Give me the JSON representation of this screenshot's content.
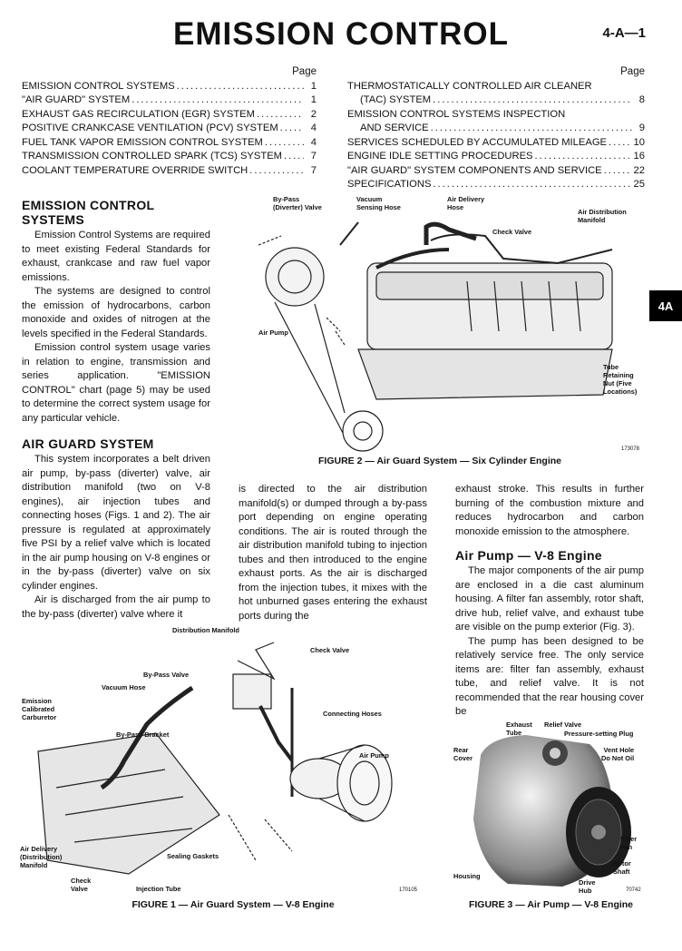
{
  "header": {
    "title": "EMISSION CONTROL",
    "page_number": "4-A—1",
    "side_tab": "4A"
  },
  "toc": {
    "page_heading_left": "Page",
    "page_heading_right": "Page",
    "left": [
      {
        "label": "EMISSION CONTROL SYSTEMS",
        "page": "1"
      },
      {
        "label": "\"AIR GUARD\" SYSTEM",
        "page": "1"
      },
      {
        "label": "EXHAUST GAS RECIRCULATION (EGR) SYSTEM",
        "page": "2"
      },
      {
        "label": "POSITIVE CRANKCASE VENTILATION (PCV) SYSTEM",
        "page": "4"
      },
      {
        "label": "FUEL TANK VAPOR EMISSION CONTROL SYSTEM",
        "page": "4"
      },
      {
        "label": "TRANSMISSION CONTROLLED SPARK (TCS) SYSTEM",
        "page": "7"
      },
      {
        "label": "COOLANT TEMPERATURE OVERRIDE SWITCH",
        "page": "7"
      }
    ],
    "right": [
      {
        "label": "THERMOSTATICALLY CONTROLLED AIR CLEANER",
        "page": ""
      },
      {
        "label": "(TAC) SYSTEM",
        "page": "8",
        "indent": true
      },
      {
        "label": "EMISSION CONTROL SYSTEMS INSPECTION",
        "page": ""
      },
      {
        "label": "AND SERVICE",
        "page": "9",
        "indent": true
      },
      {
        "label": "SERVICES SCHEDULED BY ACCUMULATED MILEAGE",
        "page": "10"
      },
      {
        "label": "ENGINE IDLE SETTING PROCEDURES",
        "page": "16"
      },
      {
        "label": "\"AIR GUARD\" SYSTEM COMPONENTS AND SERVICE",
        "page": "22"
      },
      {
        "label": "SPECIFICATIONS",
        "page": "25"
      }
    ]
  },
  "sections": {
    "emission_heading": "EMISSION CONTROL SYSTEMS",
    "emission_p1": "Emission Control Systems are required to meet existing Federal Standards for exhaust, crankcase and raw fuel vapor emissions.",
    "emission_p2": "The systems are designed to control the emission of hydrocarbons, carbon monoxide and oxides of nitrogen at the levels specified in the Federal Standards.",
    "emission_p3": "Emission control system usage varies in relation to engine, transmission and series application. \"EMISSION CONTROL\" chart (page 5) may be used to determine the correct system usage for any particular vehicle.",
    "air_guard_heading": "AIR GUARD SYSTEM",
    "air_guard_p1a": "This system incorporates a belt driven air pump, by-pass (diverter) valve, air distribution manifold (two on V-8 engines), air injection tubes and connecting hoses (Figs. 1 and 2). The air pressure is regulated at approximately five PSI by a relief valve which is located in the air pump housing on V-8 engines or in the by-pass (diverter) valve on six cylinder engines.",
    "air_guard_p2a": "Air is discharged from the air pump to the by-pass (diverter) valve where it",
    "mid_col": "is directed to the air distribution manifold(s) or dumped through a by-pass port depending on engine operating conditions. The air is routed through the air distribution manifold tubing to injection tubes and then introduced to the engine exhaust ports. As the air is discharged from the injection tubes, it mixes with the hot unburned gases entering the exhaust ports during the",
    "right_col": "exhaust stroke. This results in further burning of the combustion mixture and reduces hydrocarbon and carbon monoxide emission to the atmosphere.",
    "air_pump_heading": "Air Pump — V-8 Engine",
    "air_pump_p1": "The major components of the air pump are enclosed in a die cast aluminum housing. A filter fan assembly, rotor shaft, drive hub, relief valve, and exhaust tube are visible on the pump exterior (Fig. 3).",
    "air_pump_p2": "The pump has been designed to be relatively service free. The only service items are: filter fan assembly, exhaust tube, and relief valve. It is not recommended that the rear housing cover be"
  },
  "figure2": {
    "caption": "FIGURE 2 — Air Guard System — Six Cylinder Engine",
    "code": "173078",
    "labels": {
      "bypass": "By-Pass\n(Diverter) Valve",
      "vacuum": "Vacuum\nSensing Hose",
      "delivery": "Air Delivery\nHose",
      "distribution": "Air Distribution\nManifold",
      "check": "Check Valve",
      "pump": "Air Pump",
      "tube": "Tube\nRetaining\nNut (Five\nLocations)"
    }
  },
  "figure1": {
    "caption": "FIGURE 1 — Air Guard System — V-8 Engine",
    "code": "170105",
    "labels": {
      "distribution": "Distribution Manifold",
      "check_top": "Check Valve",
      "bypass": "By-Pass Valve",
      "vacuum": "Vacuum Hose",
      "carb": "Emission\nCalibrated\nCarburetor",
      "bracket": "By-Pass Bracket",
      "hoses": "Connecting Hoses",
      "pump": "Air Pump",
      "delivery": "Air Delivery\n(Distribution)\nManifold",
      "gaskets": "Sealing Gaskets",
      "check_bottom": "Check\nValve",
      "injection": "Injection Tube"
    }
  },
  "figure3": {
    "caption": "FIGURE 3 — Air Pump — V-8 Engine",
    "code": "70742",
    "labels": {
      "exhaust": "Exhaust\nTube",
      "relief": "Relief Valve",
      "pressure": "Pressure-setting Plug",
      "vent": "Vent Hole\nDo Not Oil",
      "rear": "Rear\nCover",
      "filter": "Filter\nFan",
      "rotor": "Rotor\nShaft",
      "housing": "Housing",
      "drive": "Drive\nHub"
    }
  }
}
